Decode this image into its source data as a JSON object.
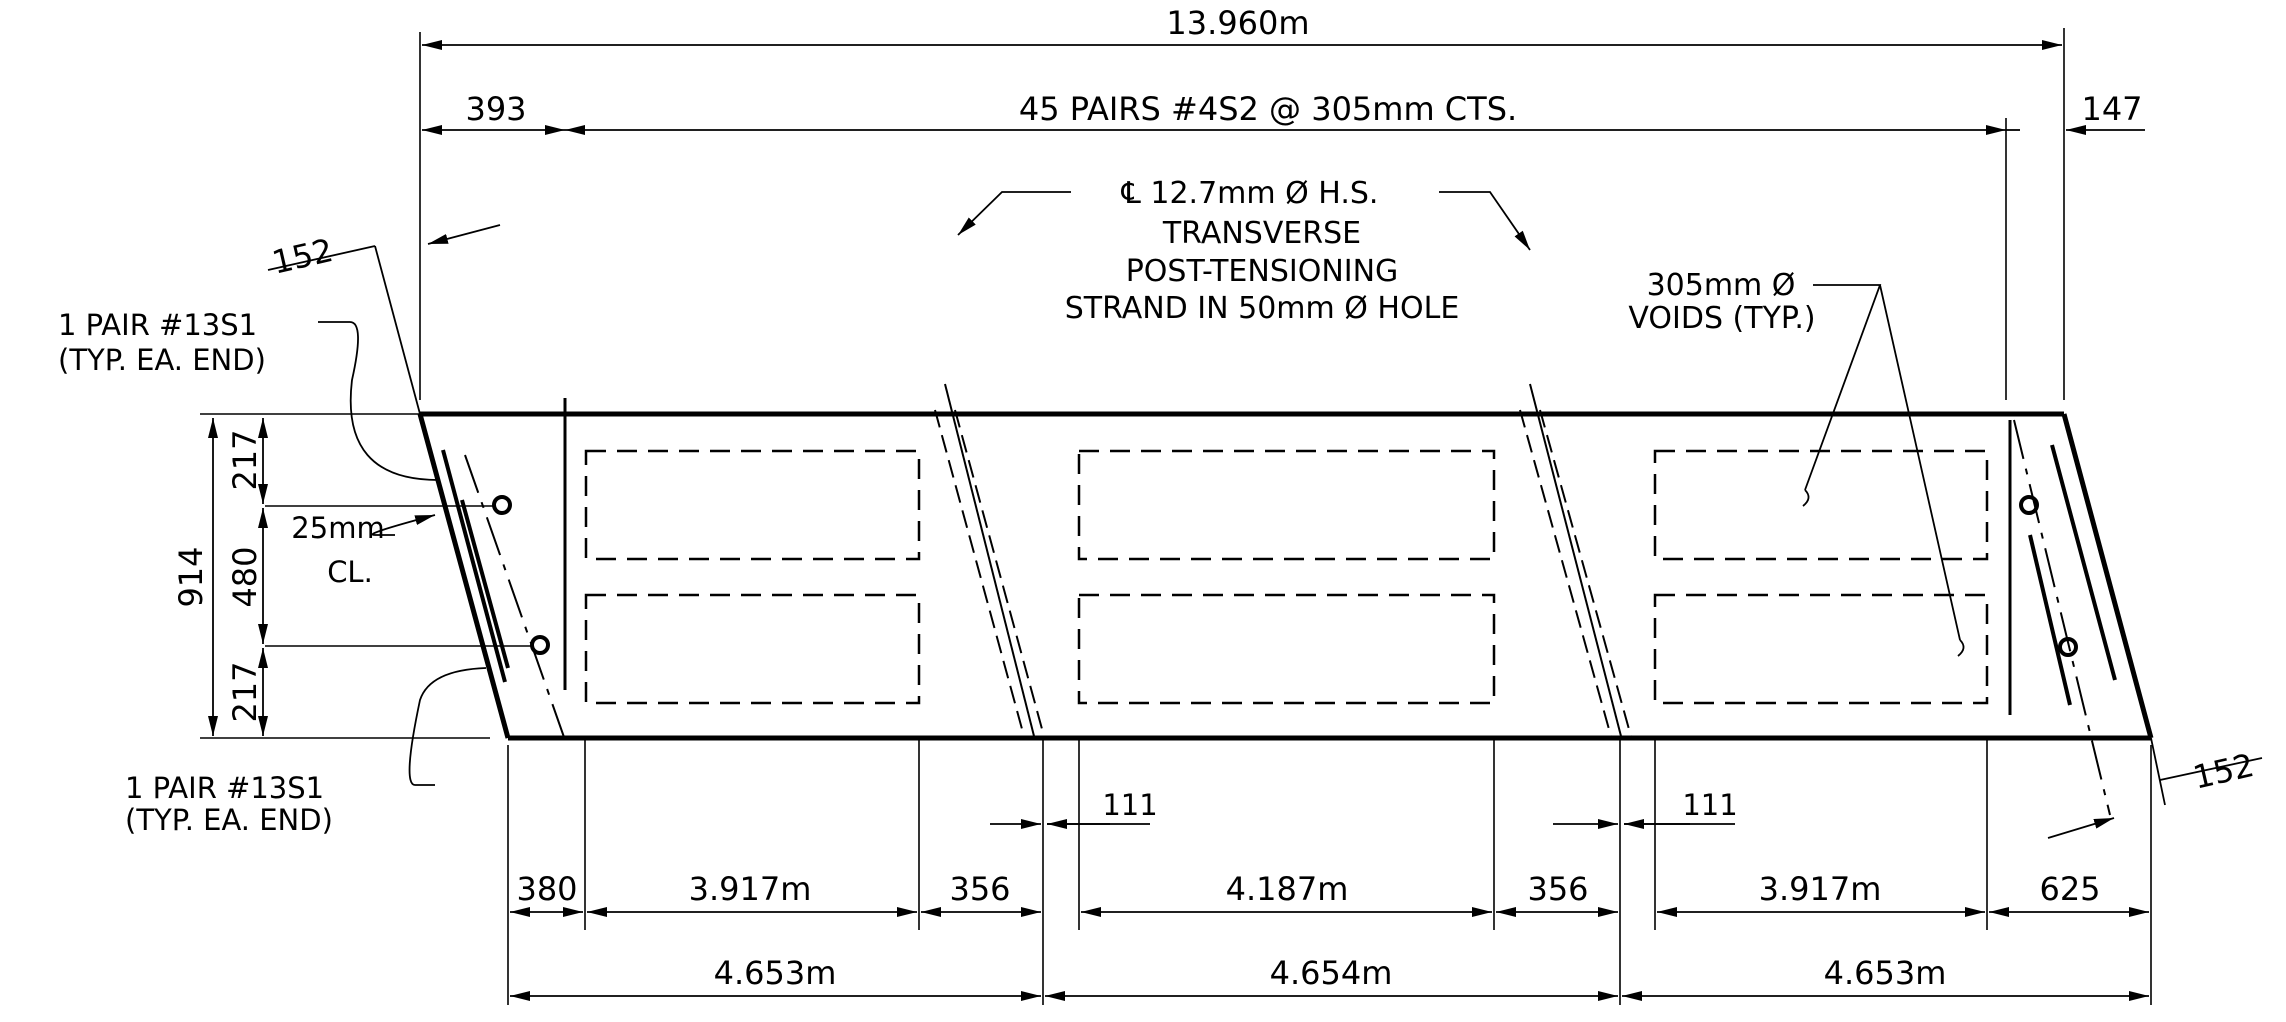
{
  "dimensions": {
    "overall_length": "13.960m",
    "left_end_offset": "393",
    "stirrup_spacing": "45 PAIRS #4S2 @ 305mm CTS.",
    "right_end_offset": "147",
    "skew_offset_left": "152",
    "skew_offset_right": "152",
    "slab_depth": "914",
    "depth_top": "217",
    "depth_mid": "480",
    "depth_bottom": "217",
    "gap_left": "111",
    "gap_right": "111",
    "bottom_380": "380",
    "void_left_length": "3.917m",
    "bottom_356_left": "356",
    "void_mid_length": "4.187m",
    "bottom_356_right": "356",
    "void_right_length": "3.917m",
    "bottom_625": "625",
    "segment_left": "4.653m",
    "segment_mid": "4.654m",
    "segment_right": "4.653m"
  },
  "notes": {
    "pt_line1": "℄  12.7mm  Ø H.S.",
    "pt_line2": "TRANSVERSE",
    "pt_line3": "POST-TENSIONING",
    "pt_line4": "STRAND IN 50mm  Ø HOLE",
    "voids_line1": "305mm  Ø",
    "voids_line2": "VOIDS (TYP.)",
    "rebar_top_line1": "1 PAIR #13S1",
    "rebar_top_line2": "(TYP. EA. END)",
    "rebar_bot_line1": "1 PAIR #13S1",
    "rebar_bot_line2": "(TYP. EA. END)",
    "cover_line1": "25mm",
    "cover_line2": "CL."
  }
}
